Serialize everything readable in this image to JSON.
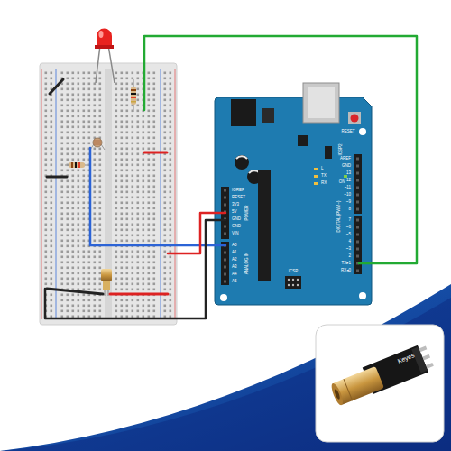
{
  "diagram": {
    "labels": [
      "IOREF",
      "RESET",
      "3V3",
      "5V",
      "GND",
      "GND",
      "VIN",
      "A0",
      "A1",
      "A2",
      "A3",
      "A4",
      "A5",
      "POWER",
      "ANALOG IN",
      "AREF",
      "GND",
      "13",
      "12",
      "~11",
      "~10",
      "~9",
      "8",
      "7",
      "~6",
      "~5",
      "4",
      "~3",
      "2",
      "TX▸1",
      "RX◂0",
      "DIGITAL (PWM~)",
      "ICSP",
      "ICSP2",
      "RESET",
      "L",
      "TX",
      "RX",
      "ON",
      "Keyes"
    ]
  }
}
